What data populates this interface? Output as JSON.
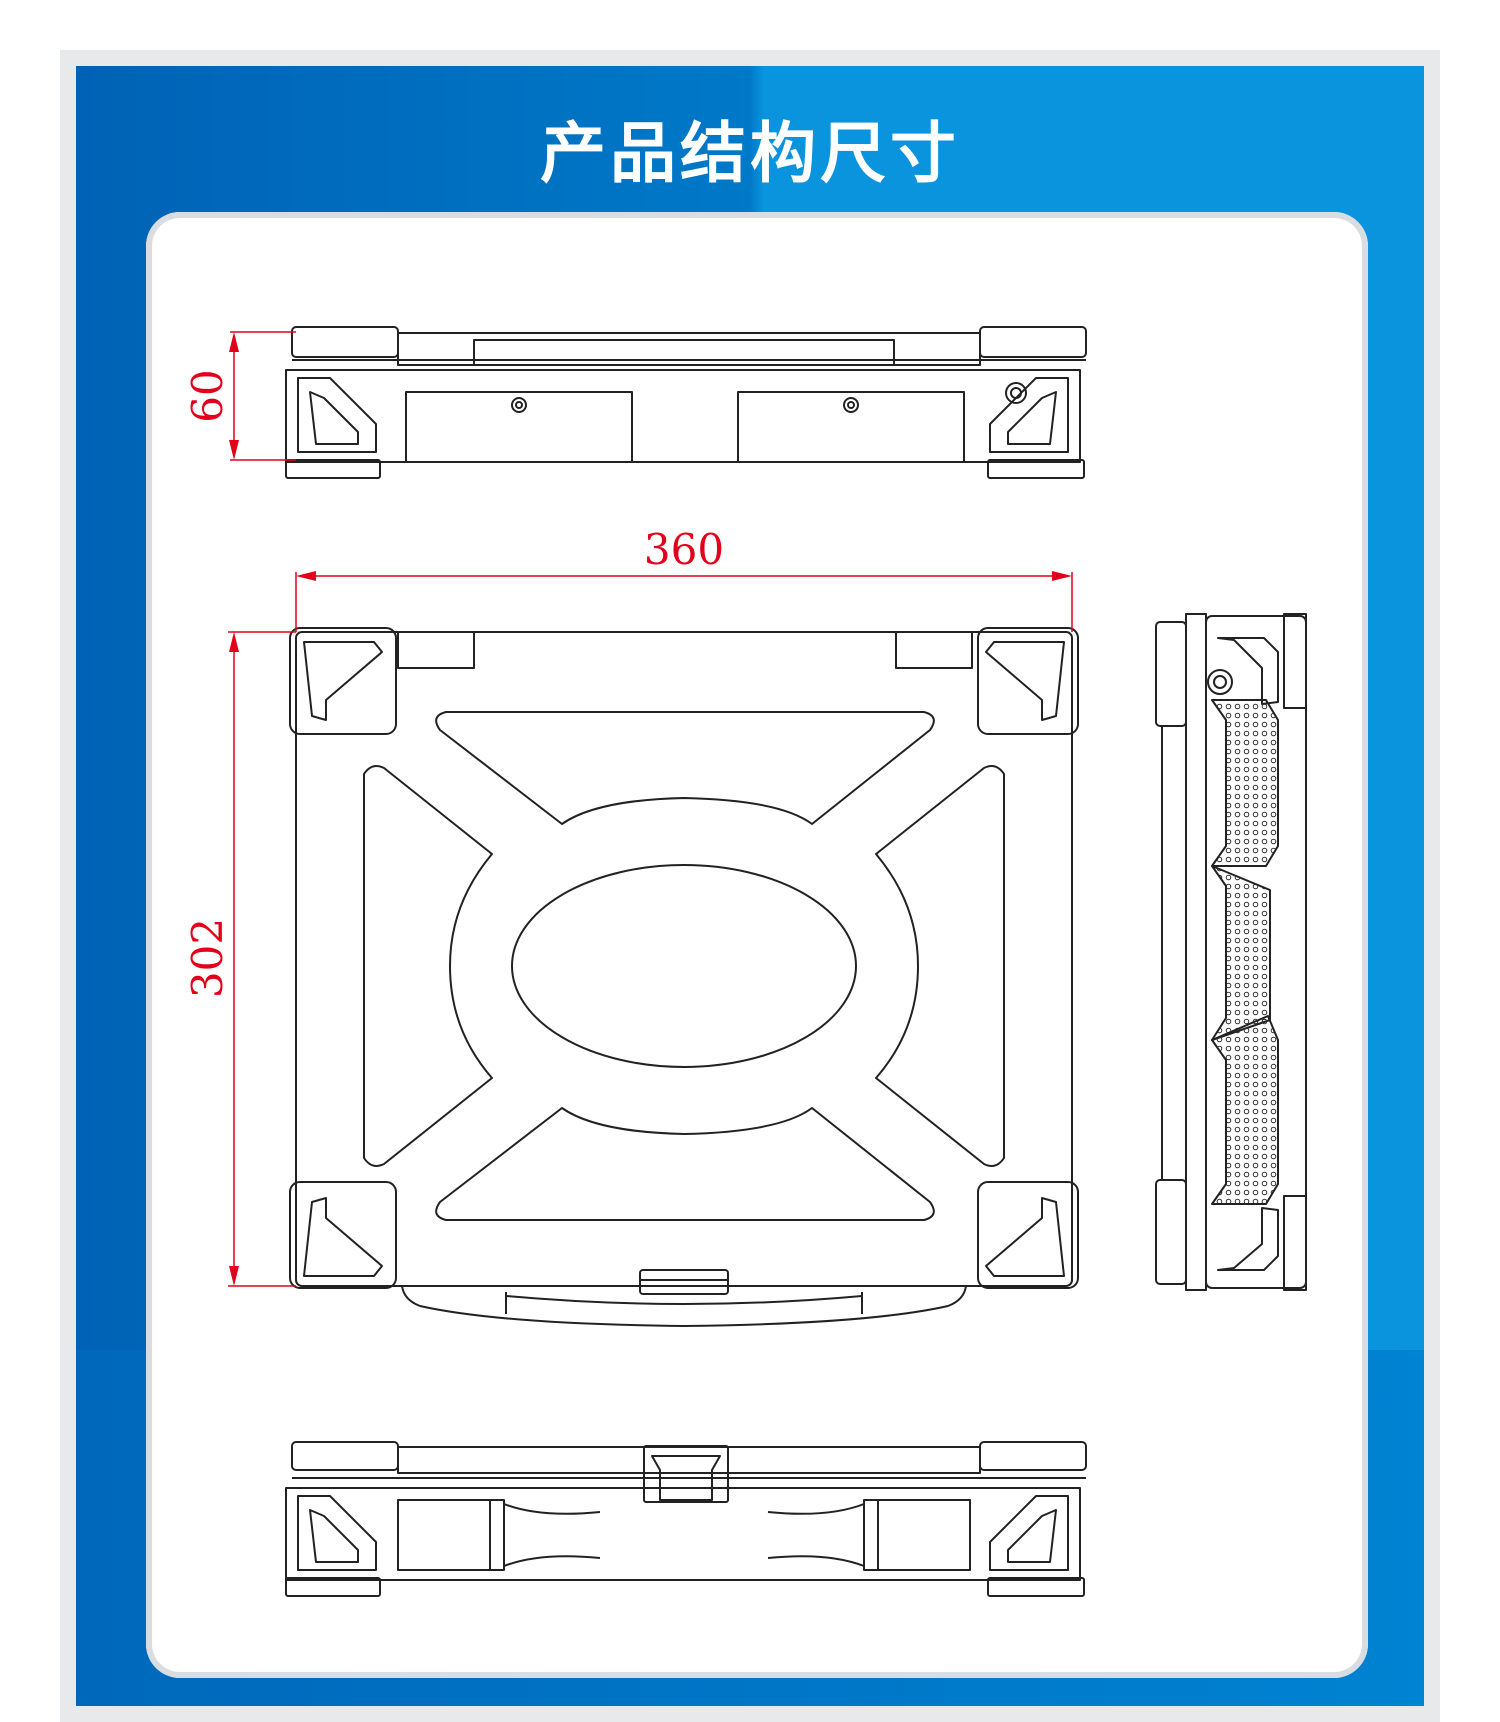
{
  "page": {
    "title": "产品结构尺寸"
  },
  "dimensions": {
    "width": "360",
    "depth": "302",
    "height": "60"
  },
  "colors": {
    "frame_left": "#0062b5",
    "frame_right": "#0a94de",
    "dimension_line": "#e3001b",
    "drawing_line": "#222222"
  }
}
